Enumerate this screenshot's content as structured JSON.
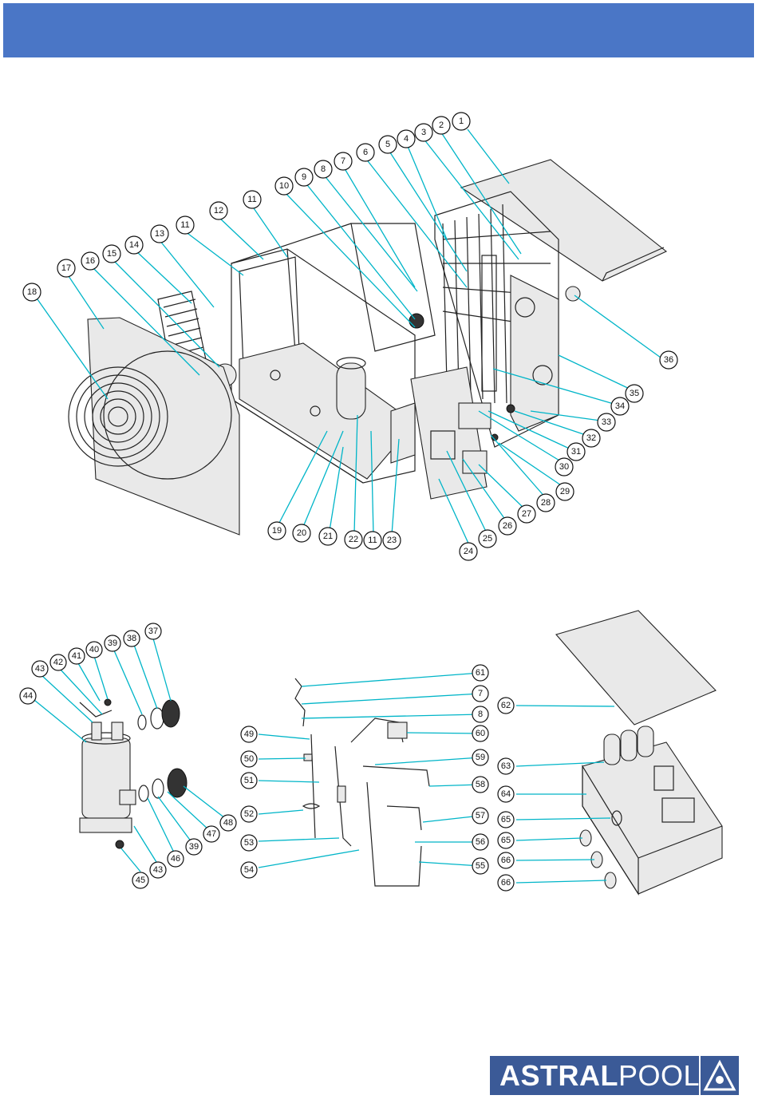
{
  "header": {
    "color": "#4a76c6"
  },
  "upper_assembly": {
    "callouts": [
      "1",
      "2",
      "3",
      "4",
      "5",
      "6",
      "7",
      "8",
      "9",
      "10",
      "11",
      "12",
      "11",
      "13",
      "14",
      "15",
      "16",
      "17",
      "18",
      "19",
      "20",
      "21",
      "22",
      "11",
      "23",
      "24",
      "25",
      "26",
      "27",
      "28",
      "29",
      "30",
      "31",
      "32",
      "33",
      "34",
      "35",
      "36"
    ]
  },
  "lower_assembly": {
    "callouts": [
      "37",
      "38",
      "39",
      "40",
      "41",
      "42",
      "43",
      "44",
      "45",
      "43",
      "46",
      "39",
      "47",
      "48",
      "49",
      "50",
      "51",
      "52",
      "53",
      "54",
      "61",
      "7",
      "8",
      "60",
      "59",
      "58",
      "57",
      "56",
      "55",
      "62",
      "63",
      "64",
      "65",
      "65",
      "66",
      "66"
    ]
  },
  "brand": {
    "bold": "ASTRAL",
    "light": "POOL",
    "mark": "triangle-logo-icon",
    "color": "#3b5a97"
  },
  "colors": {
    "leader": "#00b5c8"
  }
}
